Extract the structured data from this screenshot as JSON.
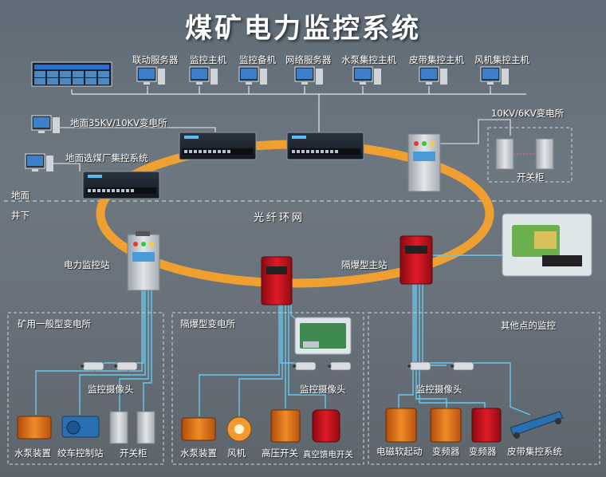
{
  "title": "煤矿电力监控系统",
  "servers": [
    "联动服务器",
    "监控主机",
    "监控备机",
    "网络服务器",
    "水泵集控主机",
    "皮带集控主机",
    "风机集控主机"
  ],
  "surface": {
    "substation_35kv": "地面35KV/10KV变电所",
    "coal_prep": "地面选煤厂集控系统",
    "substation_10kv": "10KV/6KV变电所",
    "switchgear": "开关柜",
    "ground": "地面",
    "underground": "井下"
  },
  "ring_label": "光纤环网",
  "stations": {
    "power_monitor": "电力监控站",
    "flameproof_main": "隔爆型主站"
  },
  "panels": {
    "general": {
      "title": "矿用一般型变电所",
      "camera": "监控摄像头",
      "devices": [
        "水泵装置",
        "绞车控制站",
        "开关柜"
      ]
    },
    "flameproof": {
      "title": "隔爆型变电所",
      "camera": "监控摄像头",
      "devices": [
        "水泵装置",
        "风机",
        "高压开关",
        "真空馈电开关"
      ]
    },
    "other": {
      "title": "其他点的监控",
      "camera": "监控摄像头",
      "devices": [
        "电磁软起动",
        "变频器",
        "变频器",
        "皮带集控系统"
      ]
    }
  },
  "colors": {
    "ring": "#f0a030",
    "fiber": "#69c7ee",
    "cabinet": "#c9ced3",
    "flameproof": "#c8101c",
    "starter": "#e07018"
  }
}
